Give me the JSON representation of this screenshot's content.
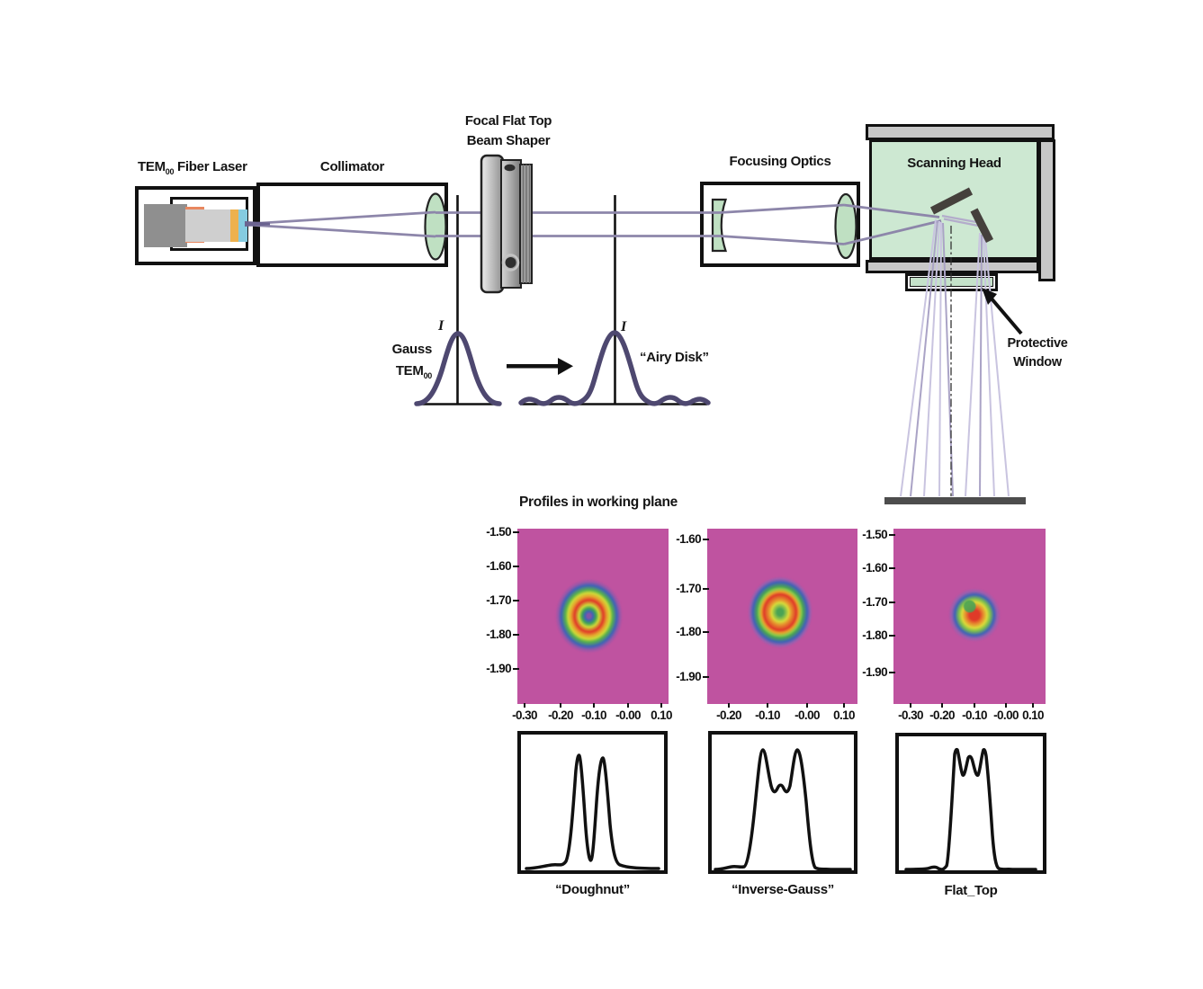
{
  "components": {
    "fiber_laser_label_prefix": "TEM",
    "fiber_laser_label_sub": "00",
    "fiber_laser_label_suffix": " Fiber Laser",
    "collimator_label": "Collimator",
    "beam_shaper_label_line1": "Focal Flat Top",
    "beam_shaper_label_line2": "Beam Shaper",
    "focusing_optics_label": "Focusing Optics",
    "scanning_head_label": "Scanning Head",
    "protective_window_label_line1": "Protective",
    "protective_window_label_line2": "Window"
  },
  "beam_profiles": {
    "gauss_label_line1": "Gauss",
    "gauss_label_line2_prefix": "TEM",
    "gauss_label_line2_sub": "00",
    "gauss_axis_label": "I",
    "airy_axis_label": "I",
    "airy_label": "“Airy Disk”"
  },
  "working_plane": {
    "title": "Profiles in working plane",
    "heatmaps": [
      {
        "name": "doughnut",
        "y_tick_labels": [
          "-1.50",
          "-1.60",
          "-1.70",
          "-1.80",
          "-1.90"
        ],
        "x_tick_labels": [
          "-0.30",
          "-0.20",
          "-0.10",
          "-0.00",
          "0.10"
        ]
      },
      {
        "name": "inverse-gauss",
        "y_tick_labels": [
          "-1.60",
          "-1.70",
          "-1.80",
          "-1.90"
        ],
        "x_tick_labels": [
          "-0.20",
          "-0.10",
          "-0.00",
          "0.10"
        ]
      },
      {
        "name": "flat-top",
        "y_tick_labels": [
          "-1.50",
          "-1.60",
          "-1.70",
          "-1.80",
          "-1.90"
        ],
        "x_tick_labels": [
          "-0.30",
          "-0.20",
          "-0.10",
          "-0.00",
          "0.10"
        ]
      }
    ],
    "cross_sections": [
      {
        "label": "“Doughnut”"
      },
      {
        "label": "“Inverse-Gauss”"
      },
      {
        "label": "Flat_Top"
      }
    ]
  },
  "chart_data": [
    {
      "type": "heatmap",
      "title": "Doughnut spot in working plane",
      "x_ticks": [
        -0.3,
        -0.2,
        -0.1,
        -0.0,
        0.1
      ],
      "y_ticks": [
        -1.5,
        -1.6,
        -1.7,
        -1.8,
        -1.9
      ],
      "spot": {
        "center_x": -0.05,
        "center_y": -1.75,
        "shape": "ring (doughnut) with red/yellow annulus, blue rim, hollow center"
      }
    },
    {
      "type": "heatmap",
      "title": "Inverse-Gauss spot in working plane",
      "x_ticks": [
        -0.2,
        -0.1,
        -0.0,
        0.1
      ],
      "y_ticks": [
        -1.6,
        -1.7,
        -1.8,
        -1.9
      ],
      "spot": {
        "center_x": -0.07,
        "center_y": -1.75,
        "shape": "filled disc, green center, strong red outer ring, blue rim"
      }
    },
    {
      "type": "heatmap",
      "title": "Flat_Top spot in working plane",
      "x_ticks": [
        -0.3,
        -0.2,
        -0.1,
        -0.0,
        0.1
      ],
      "y_ticks": [
        -1.5,
        -1.6,
        -1.7,
        -1.8,
        -1.9
      ],
      "spot": {
        "center_x": -0.08,
        "center_y": -1.73,
        "shape": "compact disc, mottled red/orange/yellow core, blue rim"
      }
    },
    {
      "type": "line",
      "title": "“Doughnut”",
      "shape": "two narrow equal peaks with deep central dip to near baseline"
    },
    {
      "type": "line",
      "title": "“Inverse-Gauss”",
      "shape": "two outer peaks with shallow central valley and small middle bump"
    },
    {
      "type": "line",
      "title": "Flat_Top",
      "shape": "steep-sided flat-top profile with three small ripple peaks"
    }
  ],
  "colors": {
    "beam": "#8d86aa",
    "beam_fan": "#c9c4e0",
    "lens_green": "#bfe0c2",
    "head_green": "#cde8d2",
    "window_green": "#c5e2ca",
    "heatmap_background": "#bf53a0",
    "profile_curve": "#4e4870",
    "frame_gray": "#c7c7c7",
    "mirror": "#45403c",
    "working_plane_bar": "#4d4d4d"
  }
}
